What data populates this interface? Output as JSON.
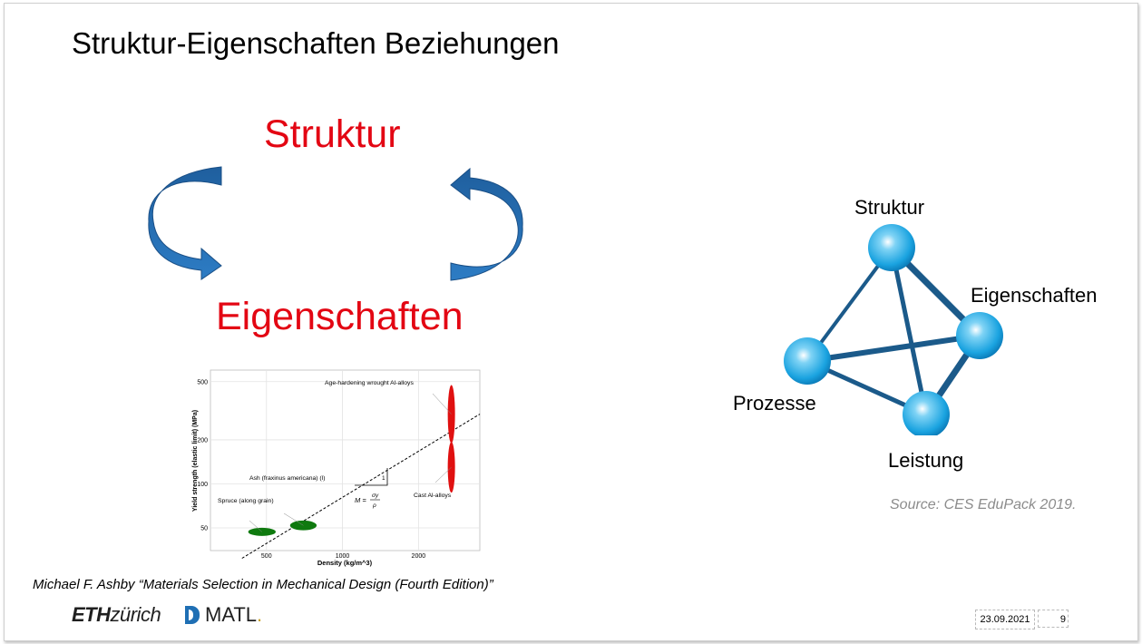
{
  "slide": {
    "title": "Struktur-Eigenschaften Beziehungen",
    "cycle": {
      "top_word": "Struktur",
      "bottom_word": "Eigenschaften",
      "word_color": "#e30613",
      "arrow_color": "#1f5f9e"
    },
    "citation": "Michael F. Ashby “Materials Selection in Mechanical Design (Fourth Edition)”",
    "source": "Source: CES EduPack 2019.",
    "date": "23.09.2021",
    "page_number": "9",
    "logos": {
      "eth_bold": "ETH",
      "eth_light": "zürich",
      "dmatl_main": "MATL",
      "dmatl_dot": "."
    }
  },
  "network": {
    "node_color": "#1aa3e0",
    "nodes": [
      "Struktur",
      "Eigenschaften",
      "Prozesse",
      "Leistung"
    ]
  },
  "chart_data": {
    "type": "scatter",
    "xlabel": "Density (kg/m^3)",
    "ylabel": "Yield strength (elastic limit) (MPa)",
    "x_scale": "log",
    "y_scale": "log",
    "xlim": [
      300,
      3500
    ],
    "ylim": [
      35,
      600
    ],
    "x_ticks": [
      500,
      1000,
      2000
    ],
    "y_ticks": [
      50,
      100,
      200,
      500
    ],
    "grid": true,
    "guide_line": {
      "label_M": "M =",
      "numerator": "σy",
      "denominator": "ρ",
      "slope_label": "1",
      "points": [
        [
          400,
          31
        ],
        [
          3500,
          300
        ]
      ]
    },
    "series": [
      {
        "name": "Spruce (along grain)",
        "color": "#0f7a0f",
        "center": [
          480,
          47
        ],
        "x_range": [
          420,
          540
        ],
        "y_range": [
          44,
          50
        ]
      },
      {
        "name": "Ash (fraxinus americana) (l)",
        "color": "#0f7a0f",
        "center": [
          700,
          52
        ],
        "x_range": [
          620,
          790
        ],
        "y_range": [
          48,
          56
        ]
      },
      {
        "name": "Age-hardening wrought Al-alloys",
        "color": "#e01010",
        "center": [
          2700,
          300
        ],
        "x_range": [
          2640,
          2760
        ],
        "y_range": [
          200,
          500
        ]
      },
      {
        "name": "Cast Al-alloys",
        "color": "#e01010",
        "center": [
          2700,
          130
        ],
        "x_range": [
          2640,
          2760
        ],
        "y_range": [
          90,
          200
        ]
      }
    ]
  }
}
